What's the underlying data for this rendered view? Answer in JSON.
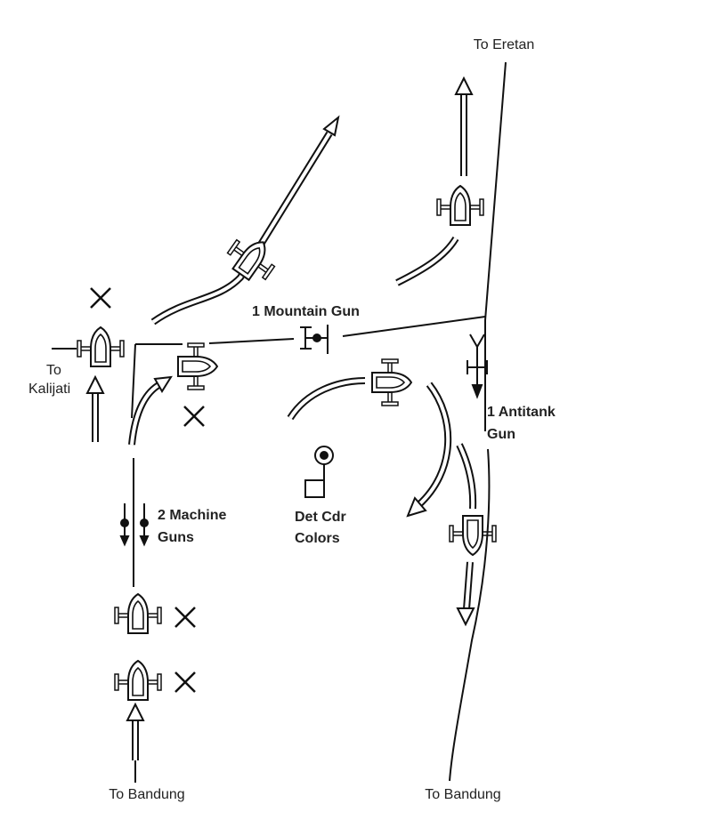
{
  "labels": {
    "to_eretan": "To Eretan",
    "mountain_gun": "1 Mountain Gun",
    "to_kalijati_1": "To",
    "to_kalijati_2": "Kalijati",
    "antitank_1": "1 Antitank",
    "antitank_2": "Gun",
    "machine_guns_1": "2 Machine",
    "machine_guns_2": "Guns",
    "det_cdr_1": "Det Cdr",
    "det_cdr_2": "Colors",
    "to_bandung_left": "To Bandung",
    "to_bandung_right": "To Bandung"
  },
  "colors": {
    "ink": "#111111",
    "background": "#ffffff"
  }
}
